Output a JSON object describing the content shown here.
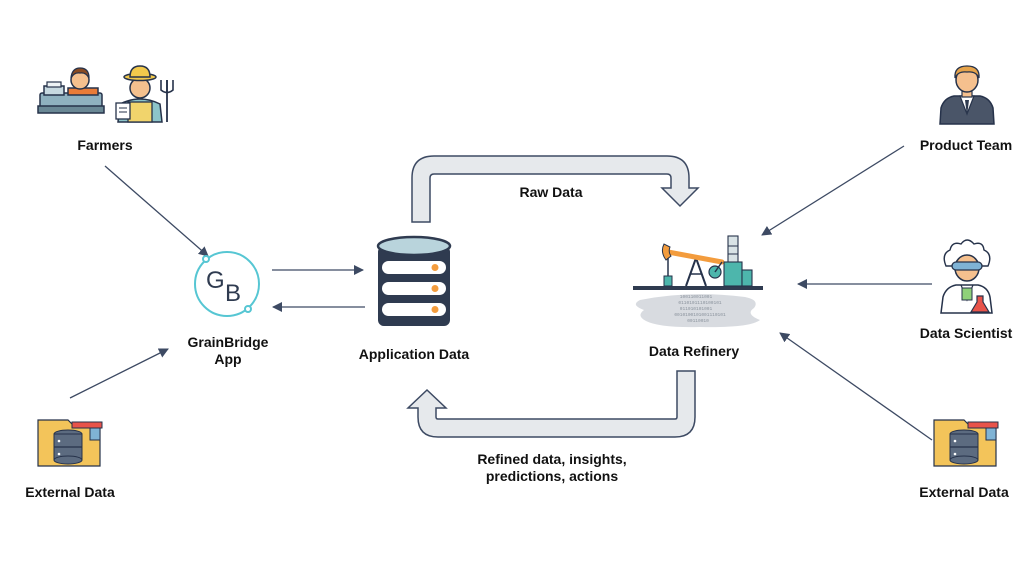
{
  "nodes": {
    "farmers": "Farmers",
    "app": "GrainBridge App",
    "app_logo_letter_1": "G",
    "app_logo_letter_2": "B",
    "external_left": "External Data",
    "application_data": "Application Data",
    "data_refinery": "Data Refinery",
    "product_team": "Product Team",
    "data_scientist": "Data Scientist",
    "external_right": "External Data"
  },
  "flows": {
    "raw_data": "Raw Data",
    "refined": "Refined data, insights, predictions, actions"
  },
  "binary_text": [
    "100110011001",
    "0110101110100101",
    "011010101001",
    "0010100101001110101",
    "00110010"
  ],
  "colors": {
    "arrow_line": "#3d4a63",
    "big_arrow_fill": "#e6e9ec",
    "big_arrow_stroke": "#3d4a63",
    "logo_ring": "#56c6d3",
    "db_body": "#2f3b50",
    "db_top": "#b9d4dc",
    "db_light": "#ffffff",
    "orange": "#f39c3d",
    "folder": "#f3c45a",
    "folder_tab": "#e8534a"
  }
}
